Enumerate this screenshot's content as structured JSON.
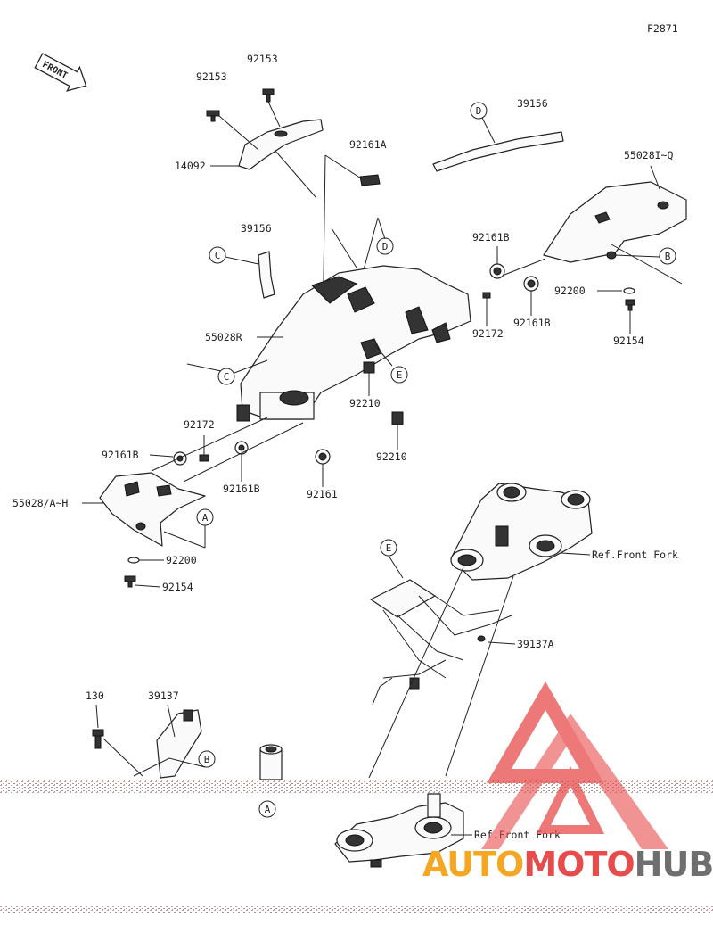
{
  "figure_code": "F2871",
  "front_arrow_label": "FRONT",
  "callouts": {
    "A": "A",
    "B": "B",
    "C": "C",
    "D": "D",
    "E": "E"
  },
  "part_labels": {
    "p92153_left": "92153",
    "p92153_right": "92153",
    "p14092": "14092",
    "p39156_top": "39156",
    "p92161A": "92161A",
    "p39156_mid": "39156",
    "p550281Q": "55028I~Q",
    "p92161B_upper": "92161B",
    "p92200_right": "92200",
    "p92161B_right": "92161B",
    "p92172_right": "92172",
    "p92154_right": "92154",
    "p55028R": "55028R",
    "p92210_mid": "92210",
    "p92210_low": "92210",
    "p92172_left": "92172",
    "p92161B_left": "92161B",
    "p92161B_center": "92161B",
    "p92161": "92161",
    "p55028AH": "55028/A~H",
    "p92200_left": "92200",
    "p92154_left": "92154",
    "p_ref_front_fork_upper": "Ref.Front Fork",
    "p39137A": "39137A",
    "p130": "130",
    "p39137": "39137",
    "p_ref_front_fork_lower": "Ref.Front Fork"
  },
  "watermark": {
    "part1": "AUTO",
    "part2": "MOTO",
    "part3": "HUB",
    "colors": {
      "orange": "#f5a623",
      "red": "#e84b4b",
      "grey": "#6f6f6f"
    }
  }
}
